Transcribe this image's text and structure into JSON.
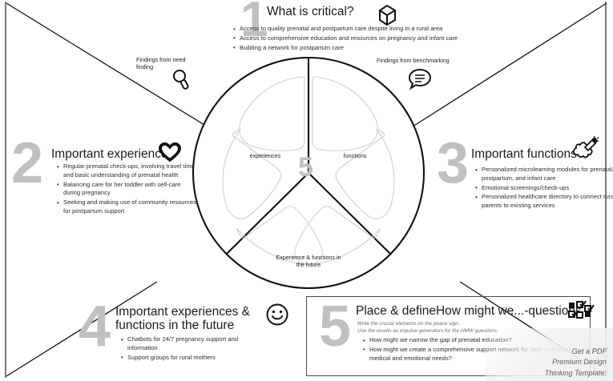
{
  "meta": {
    "template_kind": "design-thinking-canvas"
  },
  "sections": {
    "s1": {
      "number": "1",
      "title": "What is critical?",
      "icon": "cube-icon",
      "bullets": [
        "Access to quality prenatal and postpartum care despite living in a rural area",
        "Access to comprehensive education and resources on pregnancy and infant care",
        "Building a network for postpartum care"
      ]
    },
    "s2": {
      "number": "2",
      "title": "Important experiences",
      "icon": "heart-icon",
      "bullets": [
        "Regular prenatal check-ups, involving  travel time and basic understanding of prenatal health",
        "Balancing care for her toddler with self-care during pregnancy",
        "Seeking and making use of community resources for postpartum support"
      ]
    },
    "s3": {
      "number": "3",
      "title": "Important functions",
      "icon": "pencil-icon",
      "bullets": [
        "Personalized microlearning modules for prenatal, postpartum, and infant care",
        "Emotional screenings/check-ups",
        "Personalized healthcare directory to connect rural parents to existing services"
      ]
    },
    "s4": {
      "number": "4",
      "title_line1": "Important experiences &",
      "title_line2": "functions in the future",
      "icon": "smiley-icon",
      "bullets": [
        "Chatbots for 24/7 pregnancy support and information",
        "Support groups for rural mothers"
      ]
    },
    "s5": {
      "number": "5",
      "title": "Place & defineHow might we...-questions",
      "icon": "sticky-notes-icon",
      "instructions": [
        "Write the crucial elements on the peace sign.",
        "Use the results as impulse generators for the HMW questions."
      ],
      "bullets": [
        "How might we narrow the gap of prenatal education?",
        "How might we create a comprehensive support network for Jane that addresses both her medical and emotional needs?"
      ]
    }
  },
  "annotations": {
    "left": {
      "line1": "Findings from need",
      "line2": "finding",
      "icon": "magnifier-icon"
    },
    "right": {
      "line1": "Findings from benchmarking",
      "icon": "speech-bubble-icon"
    }
  },
  "wheel": {
    "center_number": "5",
    "labels": {
      "experiences": "experiences",
      "functions": "functions",
      "future_line1": "Experience & functions in",
      "future_line2": "the future"
    }
  },
  "watermark": {
    "line1": "Get a PDF",
    "line2": "Premium Design",
    "line3": "Thinking Template:"
  },
  "colors": {
    "big_number": "#c0c0c0",
    "text": "#2b2b3a",
    "frame": "#7a7a7a",
    "wheel_outline": "#111111",
    "petal_outline": "#cfcfcf"
  }
}
